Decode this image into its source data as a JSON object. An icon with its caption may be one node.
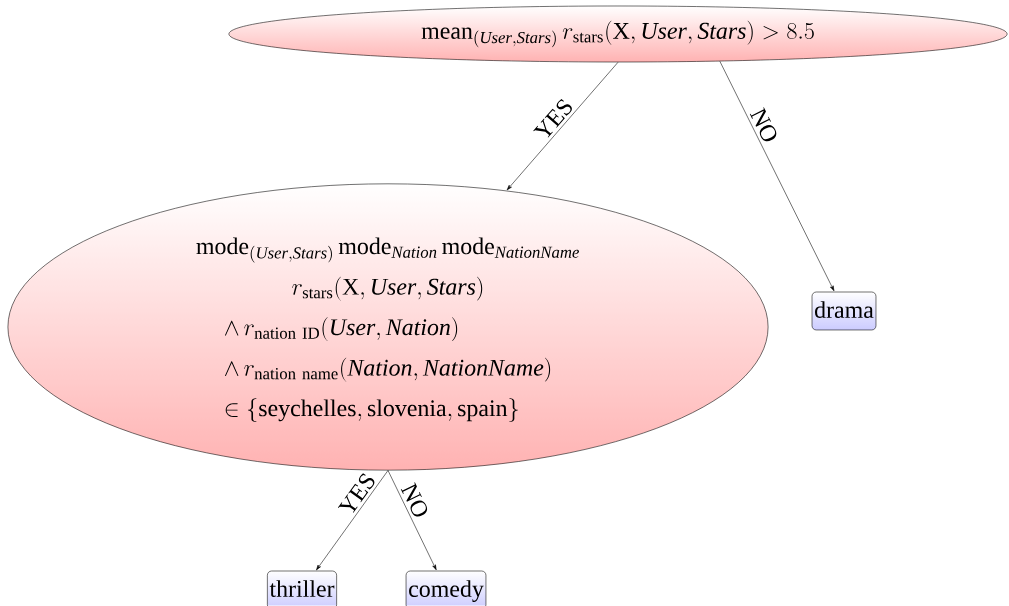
{
  "diagram": {
    "nodes": [
      {
        "text": [
          "\\mathrm{mean}_{(\\mathit{User},\\mathit{Stars})}\\, r_{\\mathrm{stars}}(\\mathrm{X}, \\mathit{User}, \\mathit{Stars}) > 8.5"
        ]
      },
      {
        "text": [
          "\\mathrm{mode}_{(\\mathit{User},\\mathit{Stars})}\\,\\mathrm{mode}_{\\mathit{Nation}}\\,\\mathrm{mode}_{\\mathit{NationName}}",
          "r_{\\mathrm{stars}}(\\mathrm{X}, \\mathit{User}, \\mathit{Stars})",
          "\\wedge\\, r_{\\mathrm{nation\\ ID}}(\\mathit{User}, \\mathit{Nation})",
          "\\wedge\\, r_{\\mathrm{nation\\ name}}(\\mathit{Nation}, \\mathit{NationName})",
          "\\in \\{\\mathrm{seychelles}, \\mathrm{slovenia}, \\mathrm{spain}\\}"
        ]
      },
      {
        "text": [
          "drama"
        ]
      },
      {
        "text": [
          "thriller"
        ]
      },
      {
        "text": [
          "comedy"
        ]
      }
    ],
    "edges": [
      {
        "from": 0,
        "to": 1,
        "arrow": "to",
        "label": "YES"
      },
      {
        "from": 0,
        "to": 2,
        "arrow": "to",
        "label": "NO"
      },
      {
        "from": 1,
        "to": 3,
        "arrow": "to",
        "label": "YES"
      },
      {
        "from": 1,
        "to": 4,
        "arrow": "to",
        "label": "NO"
      }
    ]
  }
}
